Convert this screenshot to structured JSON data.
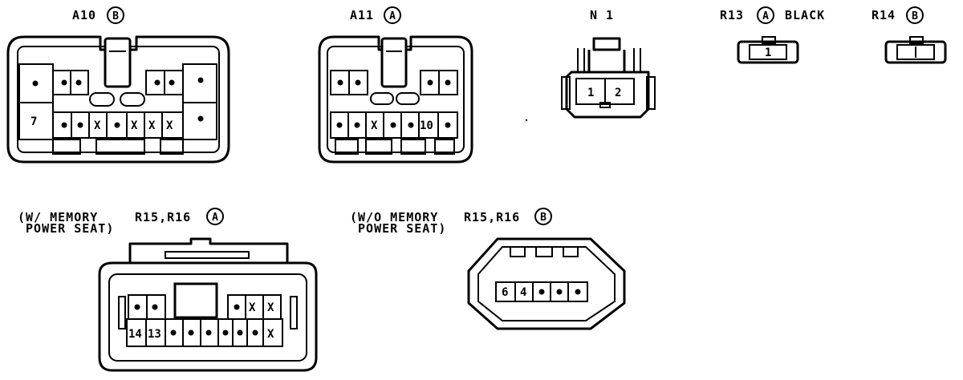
{
  "connectors": {
    "a10": {
      "name": "A10",
      "variant": "B"
    },
    "a11": {
      "name": "A11",
      "variant": "A"
    },
    "n1": {
      "name": "N 1"
    },
    "r13": {
      "name": "R13",
      "variant": "A",
      "color": "BLACK"
    },
    "r14": {
      "name": "R14",
      "variant": "B"
    },
    "r15a": {
      "note_line1": "(W/ MEMORY",
      "note_line2": " POWER SEAT)",
      "name": "R15,R16",
      "variant": "A"
    },
    "r15b": {
      "note_line1": "(W/O MEMORY",
      "note_line2": " POWER SEAT)",
      "name": "R15,R16",
      "variant": "B"
    }
  },
  "pins": {
    "a10_7": "7",
    "a10_x": "X",
    "a11_x": "X",
    "a11_10": "10",
    "n1_1": "1",
    "n1_2": "2",
    "r13_1": "1",
    "r15a_14": "14",
    "r15a_13": "13",
    "r15a_x": "X",
    "r15b_6": "6",
    "r15b_4": "4"
  }
}
